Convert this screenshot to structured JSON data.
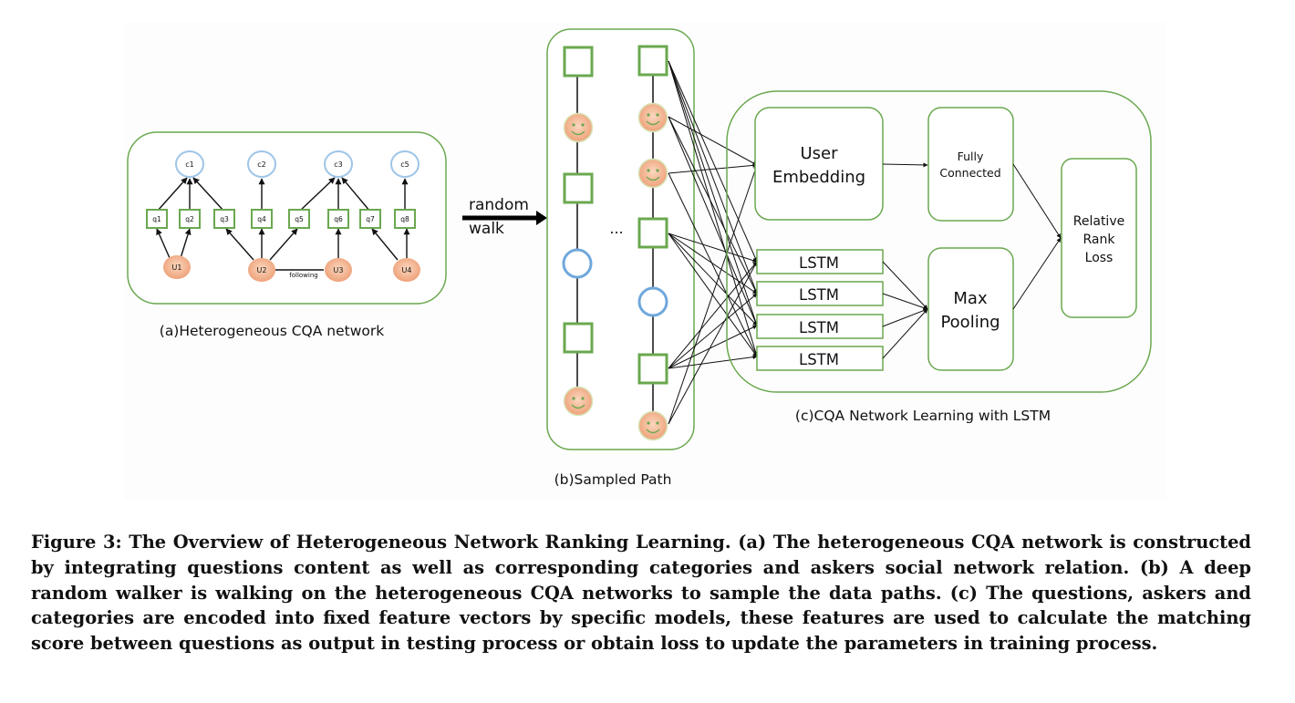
{
  "panel_a": {
    "label": "(a)Heterogeneous CQA network",
    "categories": [
      "c1",
      "c2",
      "c3",
      "c5"
    ],
    "questions": [
      "q1",
      "q2",
      "q3",
      "q4",
      "q5",
      "q6",
      "q7",
      "q8"
    ],
    "users": [
      "U1",
      "U2",
      "U3",
      "U4"
    ],
    "following_label": "following"
  },
  "random_walk": {
    "line1": "random",
    "line2": "walk"
  },
  "panel_b": {
    "label": "(b)Sampled Path",
    "ellipsis": "..."
  },
  "panel_c": {
    "label": "(c)CQA Network Learning with LSTM",
    "user_embedding": [
      "User",
      "Embedding"
    ],
    "fully_connected": [
      "Fully",
      "Connected"
    ],
    "lstm_labels": [
      "LSTM",
      "LSTM",
      "LSTM",
      "LSTM"
    ],
    "max_pooling": [
      "Max",
      "Pooling"
    ],
    "relative_rank_loss": [
      "Relative",
      "Rank",
      "Loss"
    ]
  },
  "colors": {
    "green": "#6aa84f",
    "blue": "#6fa8dc",
    "face": "#f4b183",
    "light_blue": "#9fc5e8"
  },
  "caption": {
    "text": "Figure 3: The Overview of Heterogeneous Network Ranking Learning. (a) The heterogeneous CQA network is constructed by integrating questions content as well as corresponding categories and askers social network relation. (b) A deep random walker is walking on the heterogeneous CQA networks to sample the data paths. (c) The questions, askers and categories are encoded into fixed feature vectors by specific models, these features are used to calculate the matching score between questions as output in testing process or obtain loss to update the parameters in training process."
  }
}
